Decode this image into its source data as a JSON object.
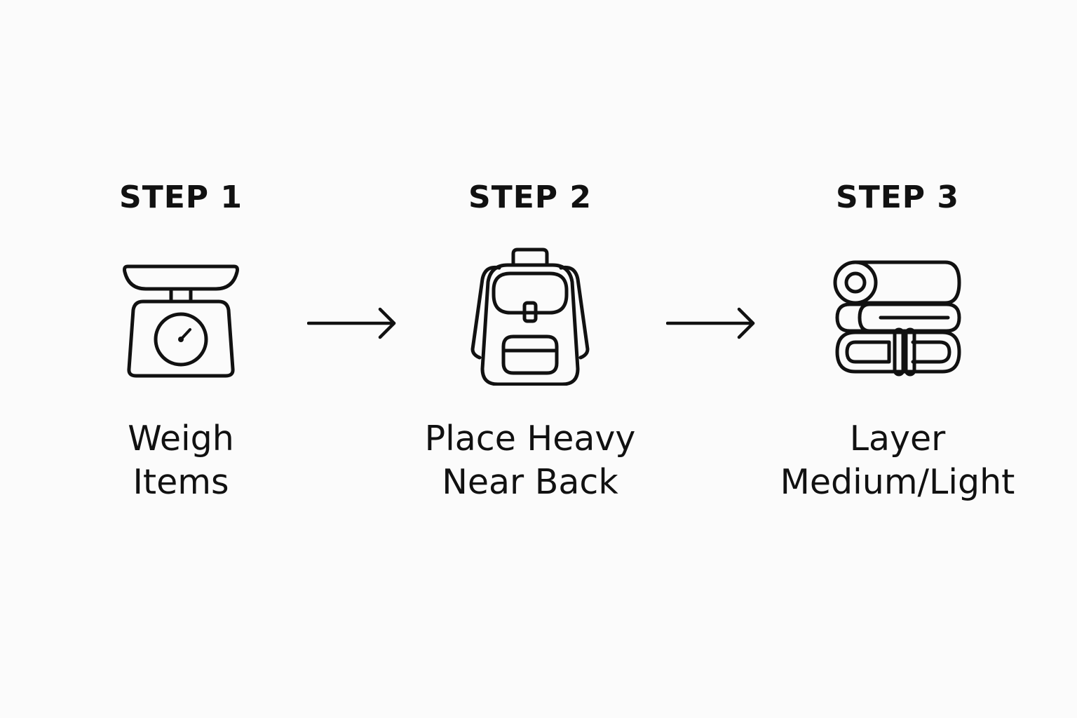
{
  "steps": [
    {
      "title": "STEP 1",
      "label_lines": [
        "Weigh",
        "Items"
      ],
      "icon": "kitchen-scale-icon"
    },
    {
      "title": "STEP 2",
      "label_lines": [
        "Place Heavy",
        "Near Back"
      ],
      "icon": "backpack-icon"
    },
    {
      "title": "STEP 3",
      "label_lines": [
        "Layer",
        "Medium/Light"
      ],
      "icon": "rolled-layers-icon"
    }
  ],
  "colors": {
    "ink": "#111111",
    "background": "#fbfbfb"
  }
}
